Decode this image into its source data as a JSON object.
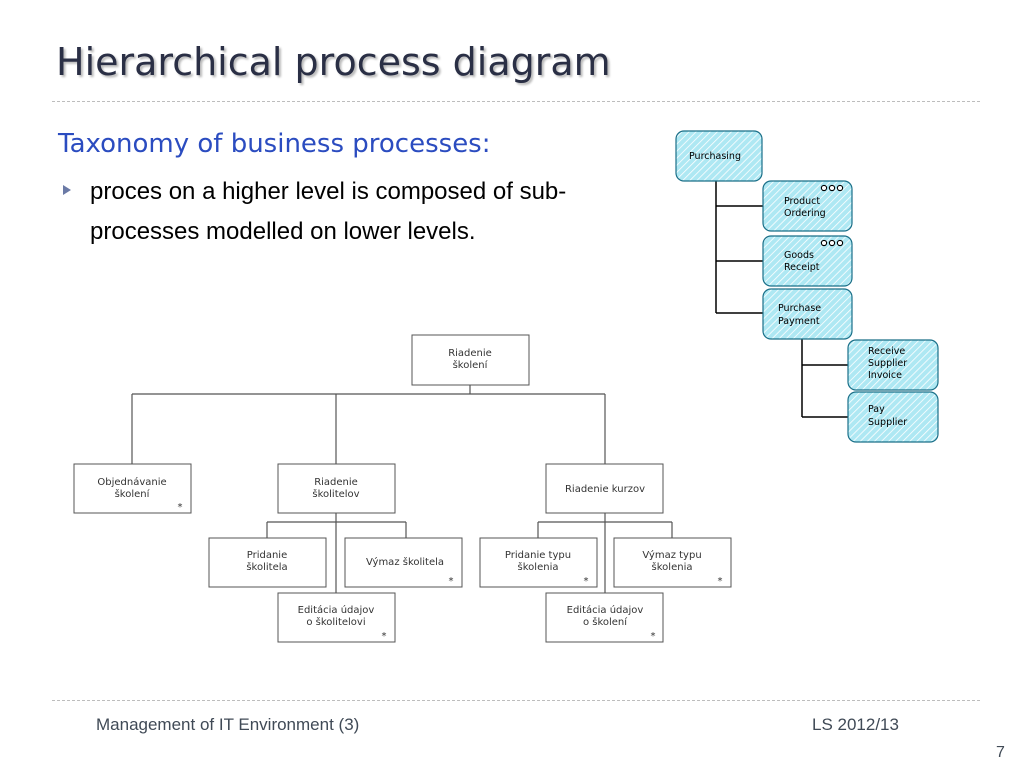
{
  "slide": {
    "title": "Hierarchical process diagram",
    "subtitle": "Taxonomy of business processes:",
    "bullet": "proces on a higher level is composed of sub-processes modelled on lower levels.",
    "footer_left": "Management of IT Environment (3)",
    "footer_right": "LS 2012/13",
    "page_number": "7"
  },
  "tree": {
    "root": [
      "Riadenie",
      "školení"
    ],
    "objednavanie": [
      "Objednávanie",
      "školení"
    ],
    "riadenie_skolitelov": [
      "Riadenie",
      "školitelov"
    ],
    "riadenie_kurzov": [
      "Riadenie kurzov"
    ],
    "pridanie_skolitela": [
      "Pridanie",
      "školitela"
    ],
    "vymaz_skolitela": [
      "Výmaz školitela"
    ],
    "editacia_skolitelovi": [
      "Editácia údajov",
      "o školitelovi"
    ],
    "pridanie_typu": [
      "Pridanie typu",
      "školenia"
    ],
    "vymaz_typu": [
      "Výmaz typu",
      "školenia"
    ],
    "editacia_skoleni": [
      "Editácia údajov",
      "o školení"
    ],
    "marker": "*"
  },
  "purchasing": {
    "purchasing": [
      "Purchasing"
    ],
    "product_ordering": [
      "Product",
      "Ordering"
    ],
    "goods_receipt": [
      "Goods",
      "Receipt"
    ],
    "purchase_payment": [
      "Purchase",
      "Payment"
    ],
    "receive_supplier_invoice": [
      "Receive",
      "Supplier",
      "Invoice"
    ],
    "pay_supplier": [
      "Pay",
      "Supplier"
    ]
  },
  "colors": {
    "title": "#2a2f45",
    "subtitle": "#2b4cc0",
    "node_fill": "#9ee3f0",
    "node_stroke": "#1a6f88"
  }
}
